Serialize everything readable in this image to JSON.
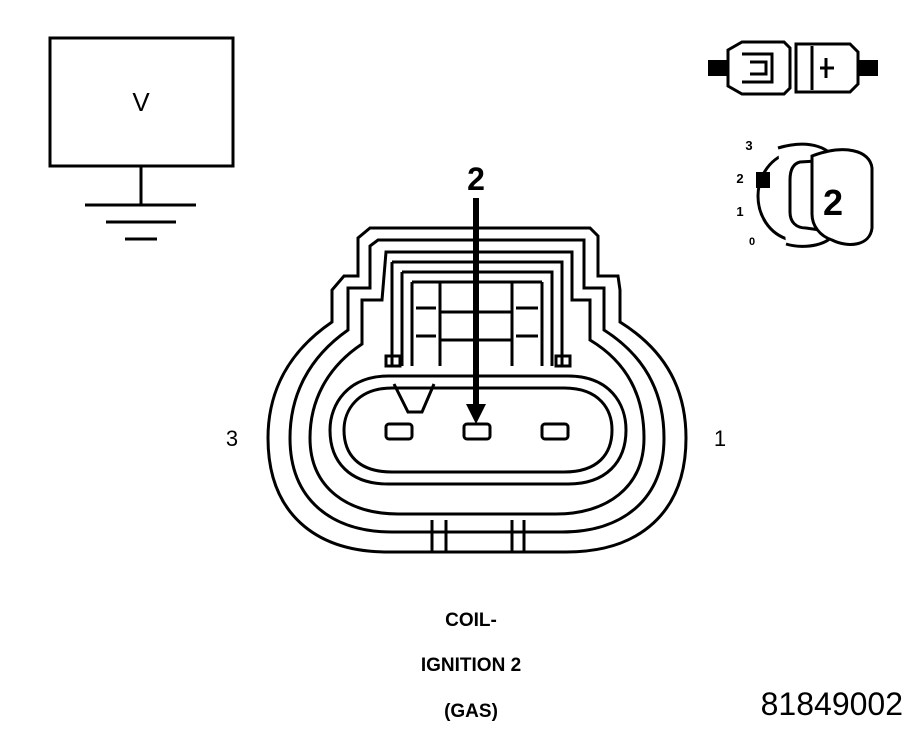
{
  "voltmeter": {
    "symbol": "V"
  },
  "probe": {
    "pin_label": "2"
  },
  "connector": {
    "pin_left_label": "3",
    "pin_right_label": "1"
  },
  "position_gauge": {
    "scale_labels": [
      "3",
      "2",
      "1",
      "0"
    ],
    "selected_label": "2"
  },
  "caption": {
    "line1": "COIL-",
    "line2": "IGNITION 2",
    "line3": "(GAS)"
  },
  "figure_id": "81849002",
  "colors": {
    "ink": "#000000",
    "background": "#ffffff"
  }
}
